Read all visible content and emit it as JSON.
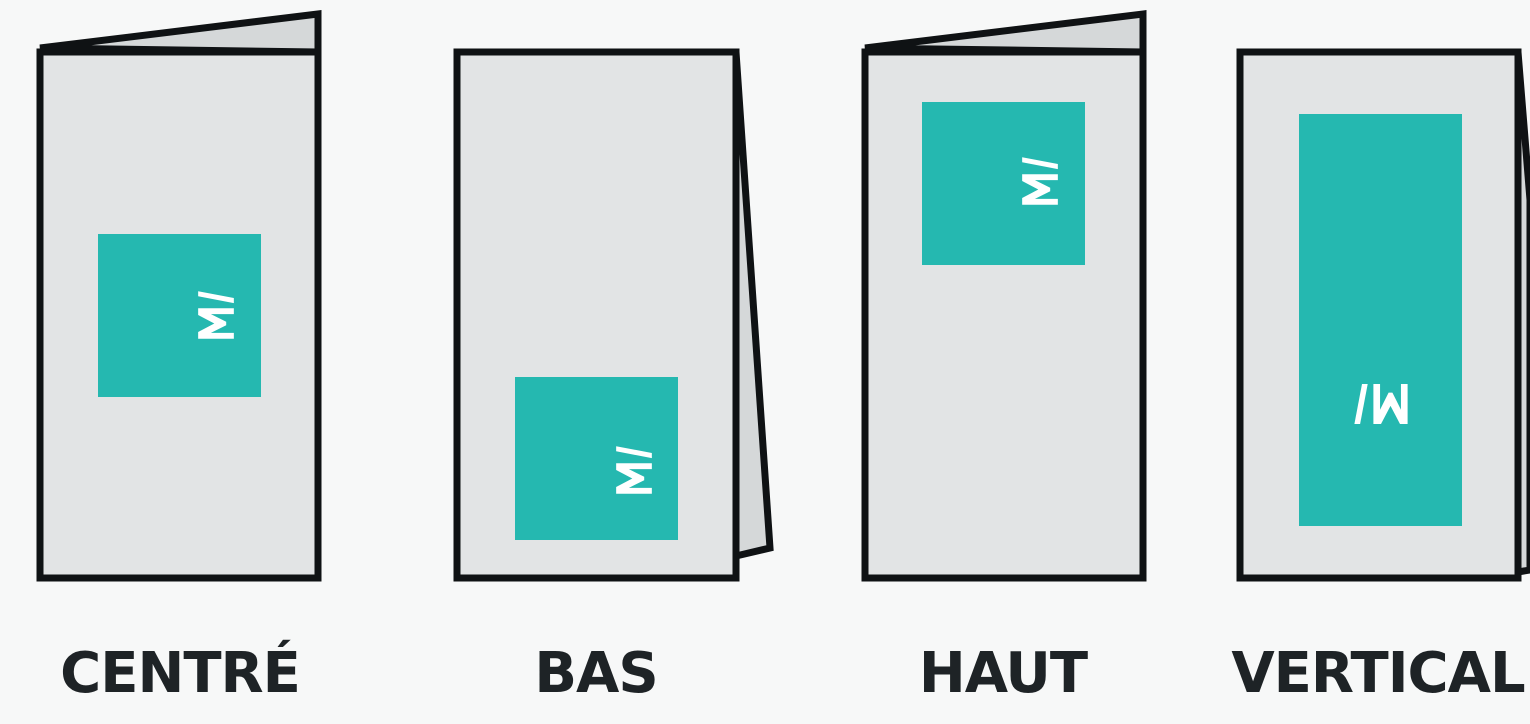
{
  "colors": {
    "background": "#f7f8f8",
    "page": "#e2e4e5",
    "page_flap": "#d5d8d9",
    "outline": "#0f1214",
    "accent": "#25b8b0",
    "logo": "#ffffff",
    "caption": "#1e2326"
  },
  "variants": [
    {
      "label": "CENTRÉ",
      "logo_position": "center"
    },
    {
      "label": "BAS",
      "logo_position": "bottom"
    },
    {
      "label": "HAUT",
      "logo_position": "top"
    },
    {
      "label": "VERTICAL",
      "logo_position": "vertical"
    }
  ],
  "logo": {
    "icon": "mi-logo-icon"
  }
}
